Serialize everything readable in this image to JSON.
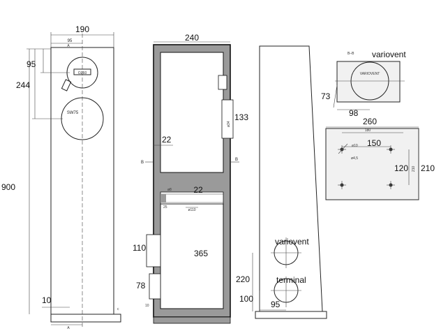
{
  "front_view": {
    "dims": {
      "width": "190",
      "driver_offset": "95",
      "tweeter_center": "95",
      "woofer_center": "244",
      "height": "900",
      "base": "10"
    },
    "small_labels": {
      "a_top": "A",
      "width_small": "95",
      "tweeter_model": "OZ60",
      "woofer_model": "SW75",
      "a_bottom": "A"
    }
  },
  "section_view": {
    "dims": {
      "width": "240",
      "wall": "22",
      "port_depth": "133",
      "shelf": "22",
      "chamber_height": "365",
      "port_upper": "110",
      "terminal_port": "78"
    },
    "small_labels": {
      "b_left": "B",
      "b_right": "B",
      "port_dia": "ø34",
      "brace_hole": "ø110",
      "brace_hole_small": "ø8",
      "base_height": "10",
      "brace_25": "25"
    }
  },
  "side_view": {
    "labels": {
      "variovent": "variovent",
      "terminal": "terminal"
    },
    "dims": {
      "height_220": "220",
      "height_100": "100",
      "width_95": "95"
    }
  },
  "variovent_detail": {
    "labels": {
      "section": "B–B",
      "title": "variovent",
      "badge": "VARIOVENT"
    },
    "dims": {
      "height_73": "73",
      "width_98": "98"
    }
  },
  "terminal_detail": {
    "dims": {
      "width_260": "260",
      "width_180": "180",
      "spacing_150": "150",
      "spacing_120": "120",
      "height_210": "210",
      "height_210_small": "210"
    },
    "small_labels": {
      "hole": "ø10",
      "screw": "ø4,5"
    }
  }
}
